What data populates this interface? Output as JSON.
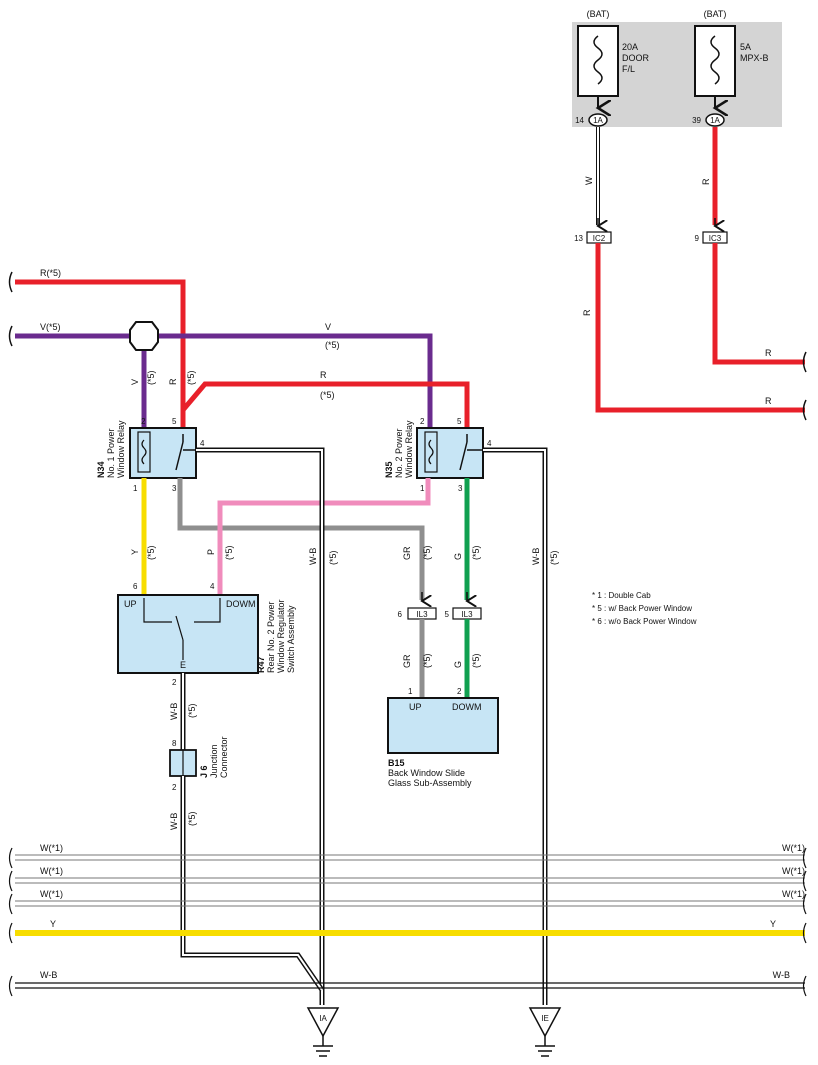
{
  "colors": {
    "red": "#e8202a",
    "purple": "#6a2b8e",
    "yellow": "#f7dd00",
    "pink": "#f08cbc",
    "gray": "#8f8f8f",
    "green": "#10a050",
    "fuse_panel": "#d4d4d4",
    "component": "#c7e5f5"
  },
  "fuses": {
    "f1": {
      "source": "(BAT)",
      "rating": "20A",
      "name1": "DOOR",
      "name2": "F/L",
      "pin": "14",
      "conn": "1A"
    },
    "f2": {
      "source": "(BAT)",
      "rating": "5A",
      "name1": "MPX-B",
      "pin": "39",
      "conn": "1A"
    }
  },
  "wires": {
    "w_top": "W",
    "r_top": "R",
    "ic2_pin": "13",
    "ic2": "IC2",
    "ic3_pin": "9",
    "ic3": "IC3",
    "r_down": "R",
    "r_out1": "R",
    "r_out2": "R",
    "r_left": "R(*5)",
    "v_left": "V(*5)",
    "v_mid": "V",
    "v_mid_note": "(*5)",
    "r_mid": "R",
    "r_mid_note": "(*5)",
    "v_drop": "V",
    "v_drop_note": "(*5)",
    "r_drop": "R",
    "r_drop_note": "(*5)",
    "y_lbl": "Y",
    "y_note": "(*5)",
    "gr_lbl": "GR",
    "gr_note": "(*5)",
    "p_lbl": "P",
    "p_note": "(*5)",
    "wb1_lbl": "W-B",
    "wb1_note": "(*5)",
    "g_lbl": "G",
    "g_note": "(*5)",
    "wb2_lbl": "W-B",
    "wb2_note": "(*5)",
    "gr2_lbl": "GR",
    "gr2_note": "(*5)",
    "g2_lbl": "G",
    "g2_note": "(*5)",
    "wb3_lbl": "W-B",
    "wb3_note": "(*5)",
    "wb4_lbl": "W-B",
    "wb4_note": "(*5)"
  },
  "relay1": {
    "code": "N34",
    "line1": "No. 1 Power",
    "line2": "Window Relay",
    "p2": "2",
    "p5": "5",
    "p4": "4",
    "p1": "1",
    "p3": "3"
  },
  "relay2": {
    "code": "N35",
    "line1": "No. 2 Power",
    "line2": "Window Relay",
    "p2": "2",
    "p5": "5",
    "p4": "4",
    "p1": "1",
    "p3": "3"
  },
  "switch": {
    "code": "R47",
    "line1": "Rear No. 2 Power",
    "line2": "Window Regulator",
    "line3": "Switch Assembly",
    "up": "UP",
    "down": "DOWM",
    "e": "E",
    "p6": "6",
    "p4": "4",
    "p2": "2"
  },
  "il3": {
    "a_pin": "6",
    "a": "IL3",
    "b_pin": "5",
    "b": "IL3"
  },
  "motor": {
    "code": "B15",
    "line1": "Back Window Slide",
    "line2": "Glass Sub-Assembly",
    "up": "UP",
    "down": "DOWM",
    "p1": "1",
    "p2": "2"
  },
  "junction": {
    "code": "J 6",
    "line1": "Junction",
    "line2": "Connector",
    "p8": "8",
    "p2": "2"
  },
  "legend": [
    "* 1 : Double Cab",
    "* 5 : w/ Back Power Window",
    "* 6 : w/o Back Power Window"
  ],
  "bus": {
    "w1": "W(*1)",
    "w1r": "W(*1)",
    "w2": "W(*1)",
    "w2r": "W(*1)",
    "w3": "W(*1)",
    "w3r": "W(*1)",
    "y": "Y",
    "yr": "Y",
    "wb": "W-B",
    "wbr": "W-B"
  },
  "grounds": {
    "g1": "IA",
    "g2": "IE"
  }
}
